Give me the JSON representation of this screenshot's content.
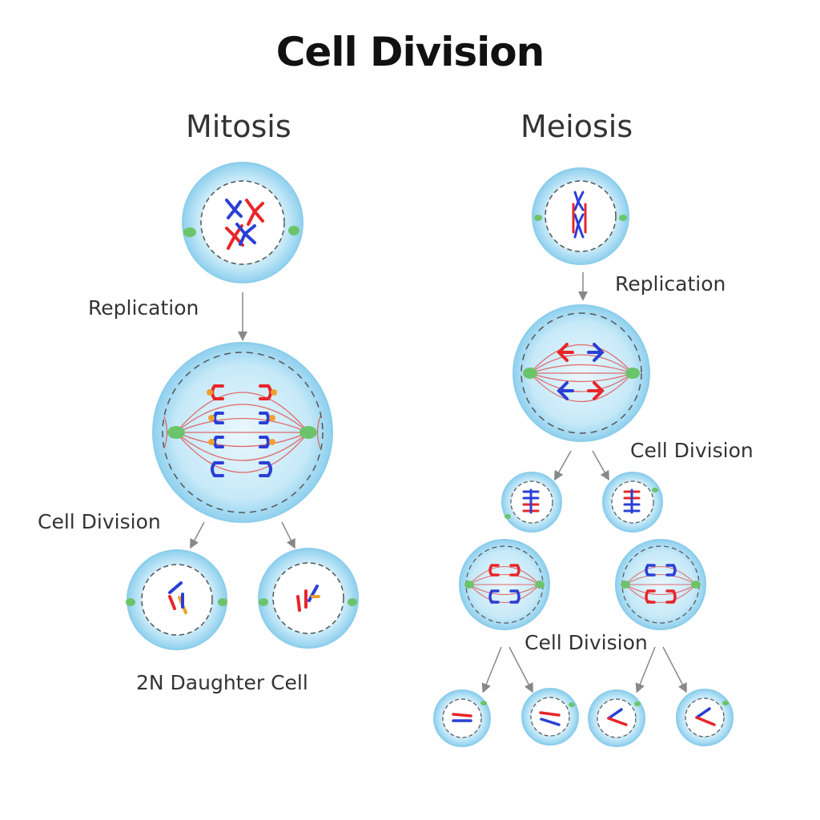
{
  "title": "Cell Division",
  "mitosis": {
    "heading": "Mitosis",
    "replication_label": "Replication",
    "division_label": "Cell Division",
    "result_label": "2N Daughter Cell"
  },
  "meiosis": {
    "heading": "Meiosis",
    "replication_label": "Replication",
    "division_label_1": "Cell Division",
    "division_label_2": "Cell Division"
  },
  "colors": {
    "cell_fill": "#bfe6f7",
    "cell_edge": "#7ec8ea",
    "nucleus_fill": "#ffffff",
    "spindle": "#e06a6a",
    "chromosome_red": "#e8262a",
    "chromosome_blue": "#2a3fd6",
    "centrosome": "#6cc46a",
    "arrow": "#888888"
  }
}
